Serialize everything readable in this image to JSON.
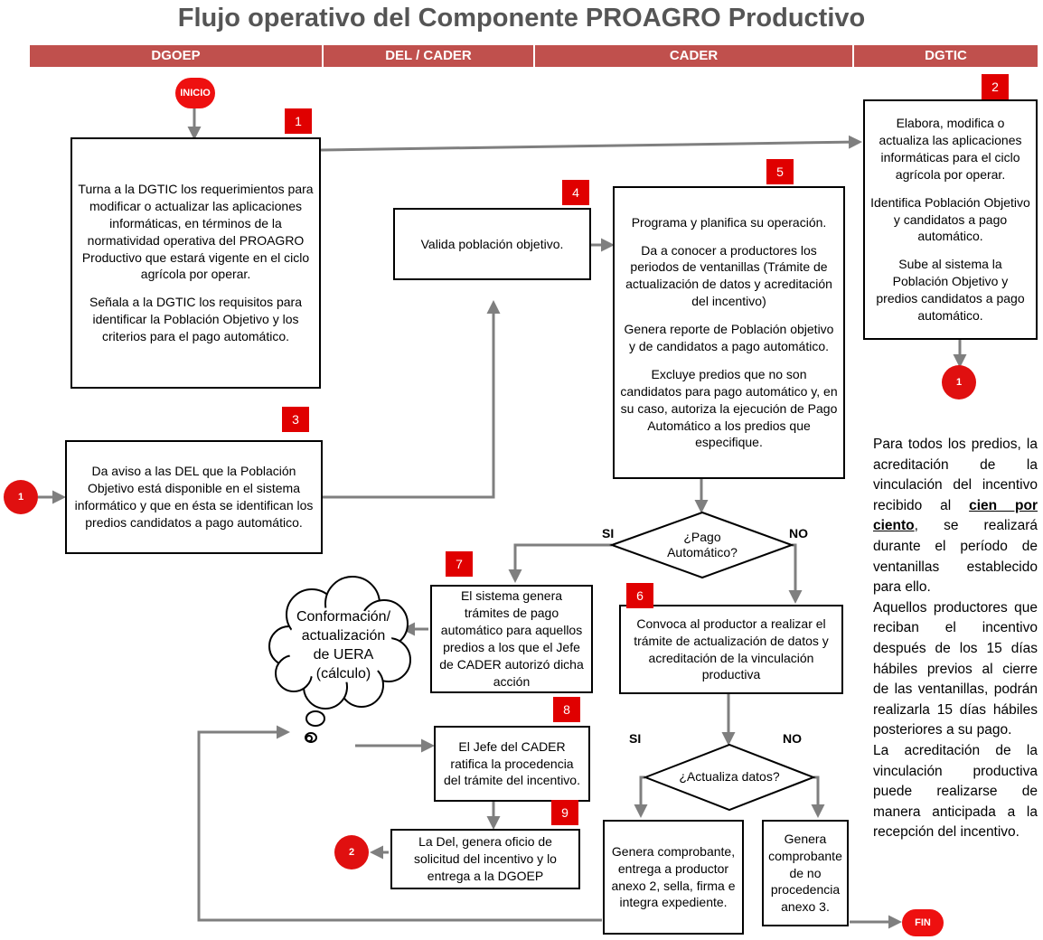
{
  "title": "Flujo operativo del Componente PROAGRO Productivo",
  "lanes": [
    "DGOEP",
    "DEL / CADER",
    "CADER",
    "DGTIC"
  ],
  "colors": {
    "lane": "#c0504d",
    "step_badge": "#e00000",
    "connector": "#e01010",
    "arrow": "#7f7f7f"
  },
  "terminals": {
    "start": "INICIO",
    "end": "FIN"
  },
  "connectors": {
    "one": "1",
    "two": "2"
  },
  "steps": {
    "s1": {
      "num": "1",
      "lines": [
        "Turna a la DGTIC los requerimientos para modificar o actualizar las aplicaciones informáticas, en términos de la normatividad operativa del PROAGRO Productivo que estará vigente en el ciclo agrícola por operar.",
        "Señala a la DGTIC los requisitos para identificar la Población Objetivo y los criterios para el pago automático."
      ]
    },
    "s2": {
      "num": "2",
      "lines": [
        "Elabora, modifica o actualiza las aplicaciones informáticas para el ciclo agrícola por operar.",
        "Identifica Población Objetivo y candidatos a pago automático.",
        "Sube al sistema la Población Objetivo y predios candidatos a pago automático."
      ]
    },
    "s3": {
      "num": "3",
      "lines": [
        "Da aviso a las DEL que la Población Objetivo está disponible en el sistema informático y que en ésta se identifican los predios candidatos a pago automático."
      ]
    },
    "s4": {
      "num": "4",
      "lines": [
        "Valida población objetivo."
      ]
    },
    "s5": {
      "num": "5",
      "lines": [
        "Programa y planifica su operación.",
        "Da a conocer a productores  los periodos de ventanillas (Trámite de actualización de datos y acreditación del incentivo)",
        "Genera reporte de Población objetivo y de candidatos a pago automático.",
        "Excluye predios que no son candidatos para pago automático y, en su caso, autoriza la ejecución de Pago Automático a los predios que especifique."
      ]
    },
    "s6": {
      "num": "6",
      "lines": [
        "Convoca al productor a realizar el trámite de actualización de datos y acreditación de la vinculación productiva"
      ]
    },
    "s7": {
      "num": "7",
      "lines": [
        "El sistema genera trámites de pago automático para aquellos predios a los que el Jefe de CADER autorizó dicha acción"
      ]
    },
    "s8": {
      "num": "8",
      "lines": [
        "El Jefe del CADER ratifica la procedencia del trámite del incentivo."
      ]
    },
    "s9": {
      "num": "9",
      "lines": [
        "La Del, genera oficio de solicitud del incentivo y lo entrega a la DGOEP"
      ]
    },
    "s10": {
      "lines": [
        "Genera comprobante, entrega a productor anexo 2, sella, firma e integra expediente."
      ]
    },
    "s11": {
      "lines": [
        "Genera comprobante de no procedencia anexo 3."
      ]
    }
  },
  "decisions": {
    "pago": {
      "text_1": "¿Pago",
      "text_2": "Automático?",
      "yes": "SI",
      "no": "NO"
    },
    "actualiza": {
      "text": "¿Actualiza datos?",
      "yes": "SI",
      "no": "NO"
    }
  },
  "cloud": {
    "text": "Conformación/ actualización de UERA (cálculo)"
  },
  "note": {
    "p1_before": "Para todos los predios, la acreditación de la vinculación del incentivo recibido al ",
    "p1_bold": "cien por ciento",
    "p1_after": ", se realizará durante el período de ventanillas establecido para ello.",
    "p2": "Aquellos productores que reciban el incentivo después de los 15 días hábiles previos al cierre de las ventanillas, podrán realizarla 15 días hábiles posteriores a su pago.",
    "p3": "La acreditación de la vinculación productiva puede realizarse de manera anticipada a la recepción del incentivo."
  }
}
